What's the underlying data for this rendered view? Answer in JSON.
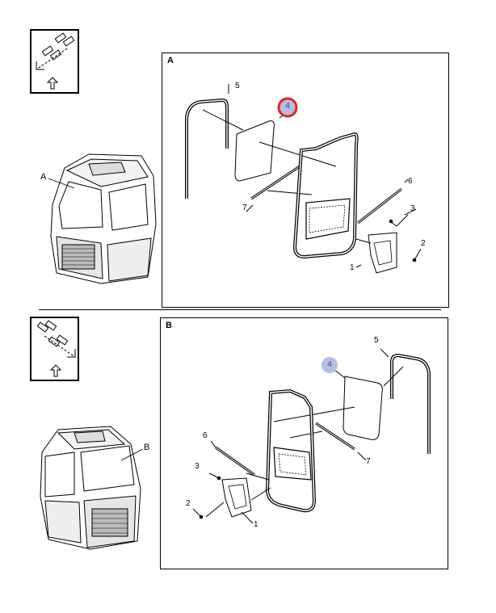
{
  "colors": {
    "line": "#000000",
    "highlight_ring": "#e0252a",
    "part_circle": "#b6bde0",
    "part_text": "#5a6aa8"
  },
  "section_a": {
    "letter": "A",
    "cab_label": "A",
    "icon": "view-direction-icon",
    "callouts": {
      "c5": "5",
      "c4": "4",
      "c7": "7",
      "c6": "6",
      "c3": "3",
      "c2": "2",
      "c1": "1"
    }
  },
  "section_b": {
    "letter": "B",
    "cab_label": "B",
    "icon": "view-direction-icon",
    "callouts": {
      "c5": "5",
      "c4": "4",
      "c6": "6",
      "c7": "7",
      "c3": "3",
      "c2": "2",
      "c1": "1"
    }
  }
}
